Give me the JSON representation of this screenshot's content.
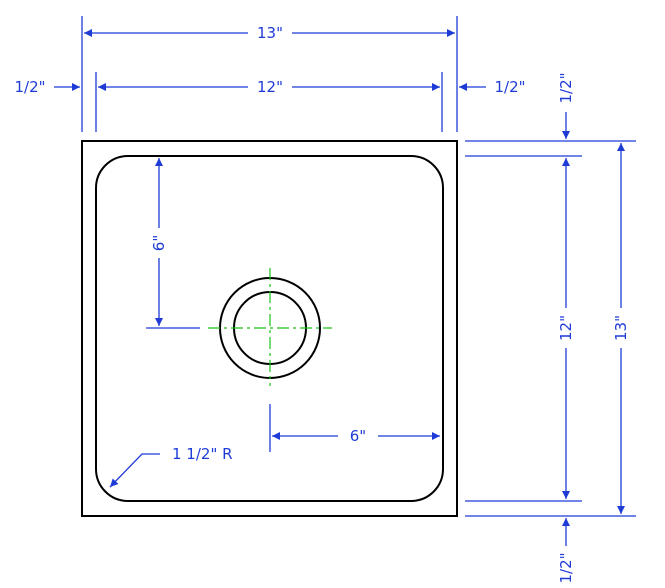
{
  "colors": {
    "outline": "#000000",
    "dimension": "#1e3bd6",
    "centerline": "#19c319",
    "background": "#ffffff"
  },
  "dimensions": {
    "overall_width": "13\"",
    "inner_width": "12\"",
    "left_flange": "1/2\"",
    "right_flange": "1/2\"",
    "overall_depth": "13\"",
    "inner_depth": "12\"",
    "top_flange": "1/2\"",
    "bottom_flange": "1/2\"",
    "drain_from_top": "6\"",
    "drain_from_right": "6\"",
    "corner_radius": "1 1/2\" R"
  }
}
